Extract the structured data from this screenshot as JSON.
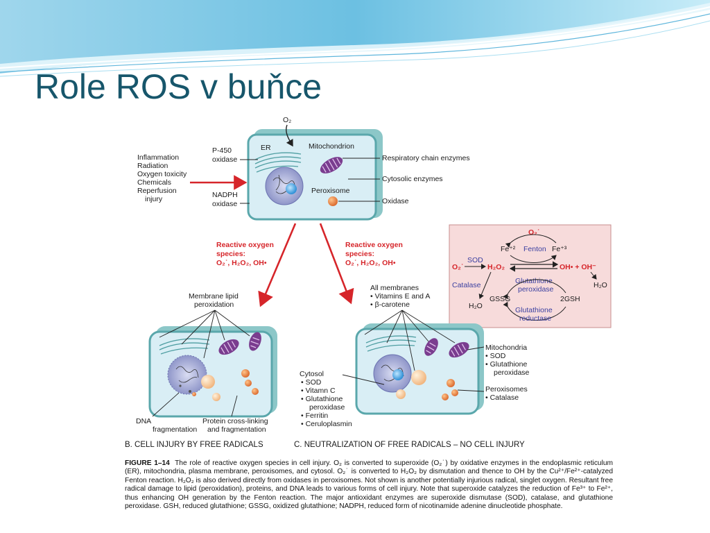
{
  "slide": {
    "title": "Role ROS v buňce"
  },
  "panel_a": {
    "o2": "O₂",
    "er": "ER",
    "mitochondrion": "Mitochondrion",
    "peroxisome": "Peroxisome",
    "p450": [
      "P-450",
      "oxidase"
    ],
    "nadph": [
      "NADPH",
      "oxidase"
    ],
    "causes": [
      "Inflammation",
      "Radiation",
      "Oxygen toxicity",
      "Chemicals",
      "Reperfusion",
      "injury"
    ],
    "right_labels": [
      "Respiratory chain enzymes",
      "Cytosolic enzymes",
      "Oxidase"
    ]
  },
  "ros_left": [
    "Reactive oxygen",
    "species:",
    "O₂˙, H₂O₂, OH•"
  ],
  "ros_right": [
    "Reactive oxygen",
    "species:",
    "O₂˙, H₂O₂, OH•"
  ],
  "fenton_box": {
    "o2_top": "O₂˙",
    "fe2": "Fe⁺²",
    "fenton": "Fenton",
    "fe3": "Fe⁺³",
    "o2_left": "O₂˙",
    "sod": "SOD",
    "h2o2": "H₂O₂",
    "oh": "OH• + OH⁻",
    "catalase": "Catalase",
    "gpx": [
      "Glutathione",
      "peroxidase"
    ],
    "h2o_left": "H₂O",
    "h2o_right": "H₂O",
    "gssg": "GSSG",
    "gsh": "2GSH",
    "gr": [
      "Glutathione",
      "reductase"
    ]
  },
  "panel_b": {
    "membrane": [
      "Membrane lipid",
      "peroxidation"
    ],
    "dna": [
      "DNA",
      "fragmentation"
    ],
    "protein": [
      "Protein cross-linking",
      "and fragmentation"
    ],
    "title": "B. CELL INJURY BY FREE RADICALS"
  },
  "panel_c": {
    "all_membranes": [
      "All membranes",
      "• Vitamins E and A",
      "• β-carotene"
    ],
    "mito": [
      "Mitochondria",
      "• SOD",
      "• Glutathione",
      "peroxidase"
    ],
    "perox": [
      "Peroxisomes",
      "• Catalase"
    ],
    "cytosol": [
      "Cytosol",
      "• SOD",
      "• Vitamn C",
      "• Glutathione",
      "peroxidase",
      "• Ferritin",
      "• Ceruloplasmin"
    ],
    "title": "C. NEUTRALIZATION OF FREE RADICALS – NO CELL INJURY"
  },
  "caption": {
    "label": "FIGURE 1–14",
    "text": "The role of reactive oxygen species in cell injury. O₂ is converted to superoxide (O₂˙) by oxidative enzymes in the endoplasmic reticulum (ER), mitochondria, plasma membrane, peroxisomes, and cytosol. O₂˙ is converted to H₂O₂ by dismutation and thence to OH by the Cu²⁺/Fe²⁺-catalyzed Fenton reaction. H₂O₂ is also derived directly from oxidases in peroxisomes. Not shown is another potentially injurious radical, singlet oxygen. Resultant free radical damage to lipid (peroxidation), proteins, and DNA leads to various forms of cell injury. Note that superoxide catalyzes the reduction of Fe³⁺ to Fe²⁺, thus enhancing OH generation by the Fenton reaction. The major antioxidant enzymes are superoxide dismutase (SOD), catalase, and glutathione peroxidase. GSH, reduced glutathione; GSSG, oxidized glutathione; NADPH, reduced form of nicotinamide adenine dinucleotide phosphate."
  }
}
